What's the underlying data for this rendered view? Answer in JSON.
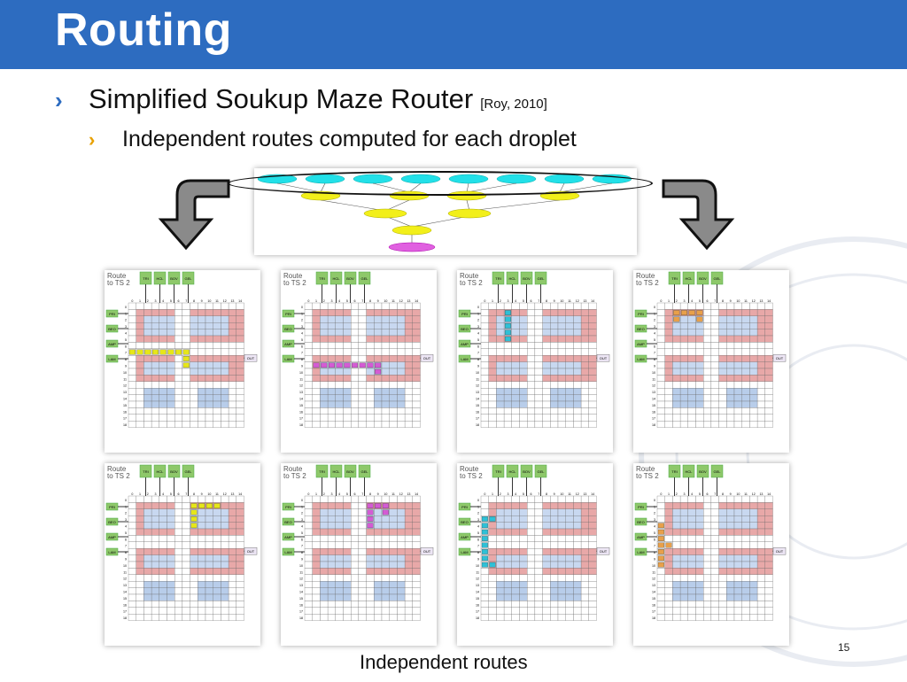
{
  "slide": {
    "title": "Routing",
    "bullet1": {
      "text": "Simplified Soukup Maze Router",
      "citation": "[Roy, 2010]"
    },
    "bullet2": {
      "text": "Independent routes computed for each droplet"
    },
    "footer_label": "Independent routes",
    "page_number": "15"
  },
  "colors": {
    "header": "#2d6cc0",
    "bullet_primary": "#2d6cc0",
    "bullet_secondary": "#e8a000"
  },
  "grid_panel": {
    "title_line1": "Route",
    "title_line2": "to TS 2",
    "inputs_top": [
      "TRI",
      "HCL",
      "BOV",
      "GEL"
    ],
    "inputs_left": [
      "PRI",
      "BEO",
      "AMP",
      "LAM"
    ],
    "output": "OUT",
    "col_headers": [
      "0",
      "1",
      "2",
      "3",
      "4",
      "5",
      "6",
      "7",
      "8",
      "9",
      "10",
      "11",
      "12",
      "13",
      "14"
    ],
    "row_headers": [
      "0",
      "1",
      "2",
      "3",
      "4",
      "5",
      "6",
      "7",
      "8",
      "9",
      "10",
      "11",
      "12",
      "13",
      "14",
      "15",
      "16",
      "17",
      "18"
    ]
  },
  "route_colors": [
    "#e6e619",
    "#d45bd4",
    "#2fc0d6",
    "#e8a04a",
    "#e6e619",
    "#d45bd4",
    "#2fc0d6",
    "#e8a04a"
  ],
  "icons": {
    "bullet1": "chevron-right-icon",
    "bullet2": "chevron-right-icon",
    "left_arrow": "down-arrow-icon",
    "right_arrow": "down-arrow-icon"
  }
}
